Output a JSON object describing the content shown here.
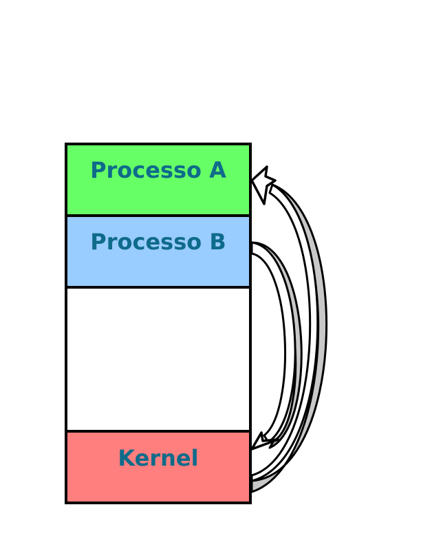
{
  "diagram": {
    "blocks": {
      "processo_a": {
        "label": "Processo A",
        "fill": "#66ff66"
      },
      "processo_b": {
        "label": "Processo B",
        "fill": "#99ccff"
      },
      "free": {
        "label": "",
        "fill": "#ffffff"
      },
      "kernel": {
        "label": "Kernel",
        "fill": "#ff7f7f"
      }
    },
    "label_color": "#0f6b8a",
    "border_color": "#000000",
    "arrow_fill": "#ffffff",
    "arrow_shadow": "#c8c8c8",
    "arrows": [
      {
        "name": "processo-b-to-kernel-arrow",
        "from": "Processo B",
        "to": "Kernel"
      },
      {
        "name": "kernel-to-processo-a-arrow",
        "from": "Kernel",
        "to": "Processo A"
      }
    ]
  }
}
